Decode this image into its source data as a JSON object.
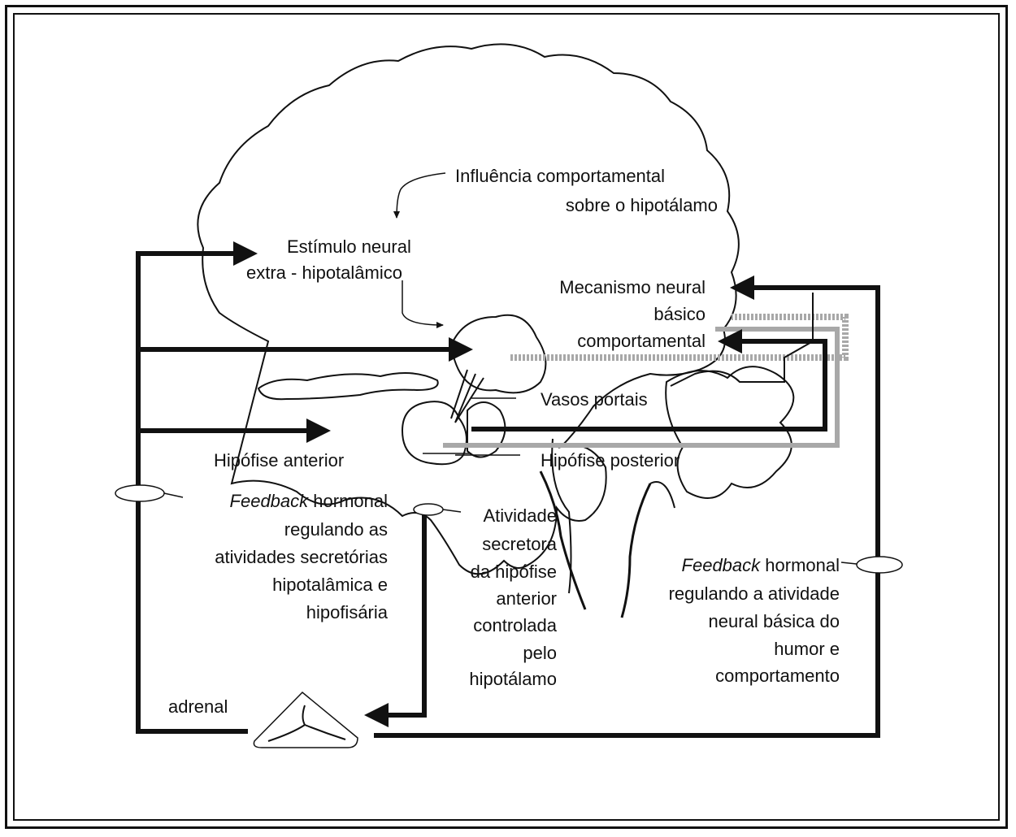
{
  "labels": {
    "influencia_l1": "Influência comportamental",
    "influencia_l2": "sobre o hipotálamo",
    "estimulo_l1": "Estímulo neural",
    "estimulo_l2": "extra - hipotalâmico",
    "mecanismo_l1": "Mecanismo neural",
    "mecanismo_l2": "básico",
    "mecanismo_l3": "comportamental",
    "vasos": "Vasos portais",
    "hip_anterior": "Hipófise anterior",
    "hip_posterior": "Hipófise posterior",
    "fb_left_em": "Feedback",
    "fb_left_l1": " hormonal",
    "fb_left_l2": "regulando as",
    "fb_left_l3": "atividades secretórias",
    "fb_left_l4": "hipotalâmica e",
    "fb_left_l5": "hipofisária",
    "ativ_l1": "Atividade",
    "ativ_l2": "secretora",
    "ativ_l3": "da hipófise",
    "ativ_l4": "anterior",
    "ativ_l5": "controlada",
    "ativ_l6": "pelo",
    "ativ_l7": "hipotálamo",
    "fb_right_em": "Feedback",
    "fb_right_l1": " hormonal",
    "fb_right_l2": "regulando a atividade",
    "fb_right_l3": "neural básica do",
    "fb_right_l4": "humor e",
    "fb_right_l5": "comportamento",
    "adrenal": "adrenal"
  },
  "colors": {
    "line": "#111111",
    "gray_path": "#a8a8a8"
  }
}
